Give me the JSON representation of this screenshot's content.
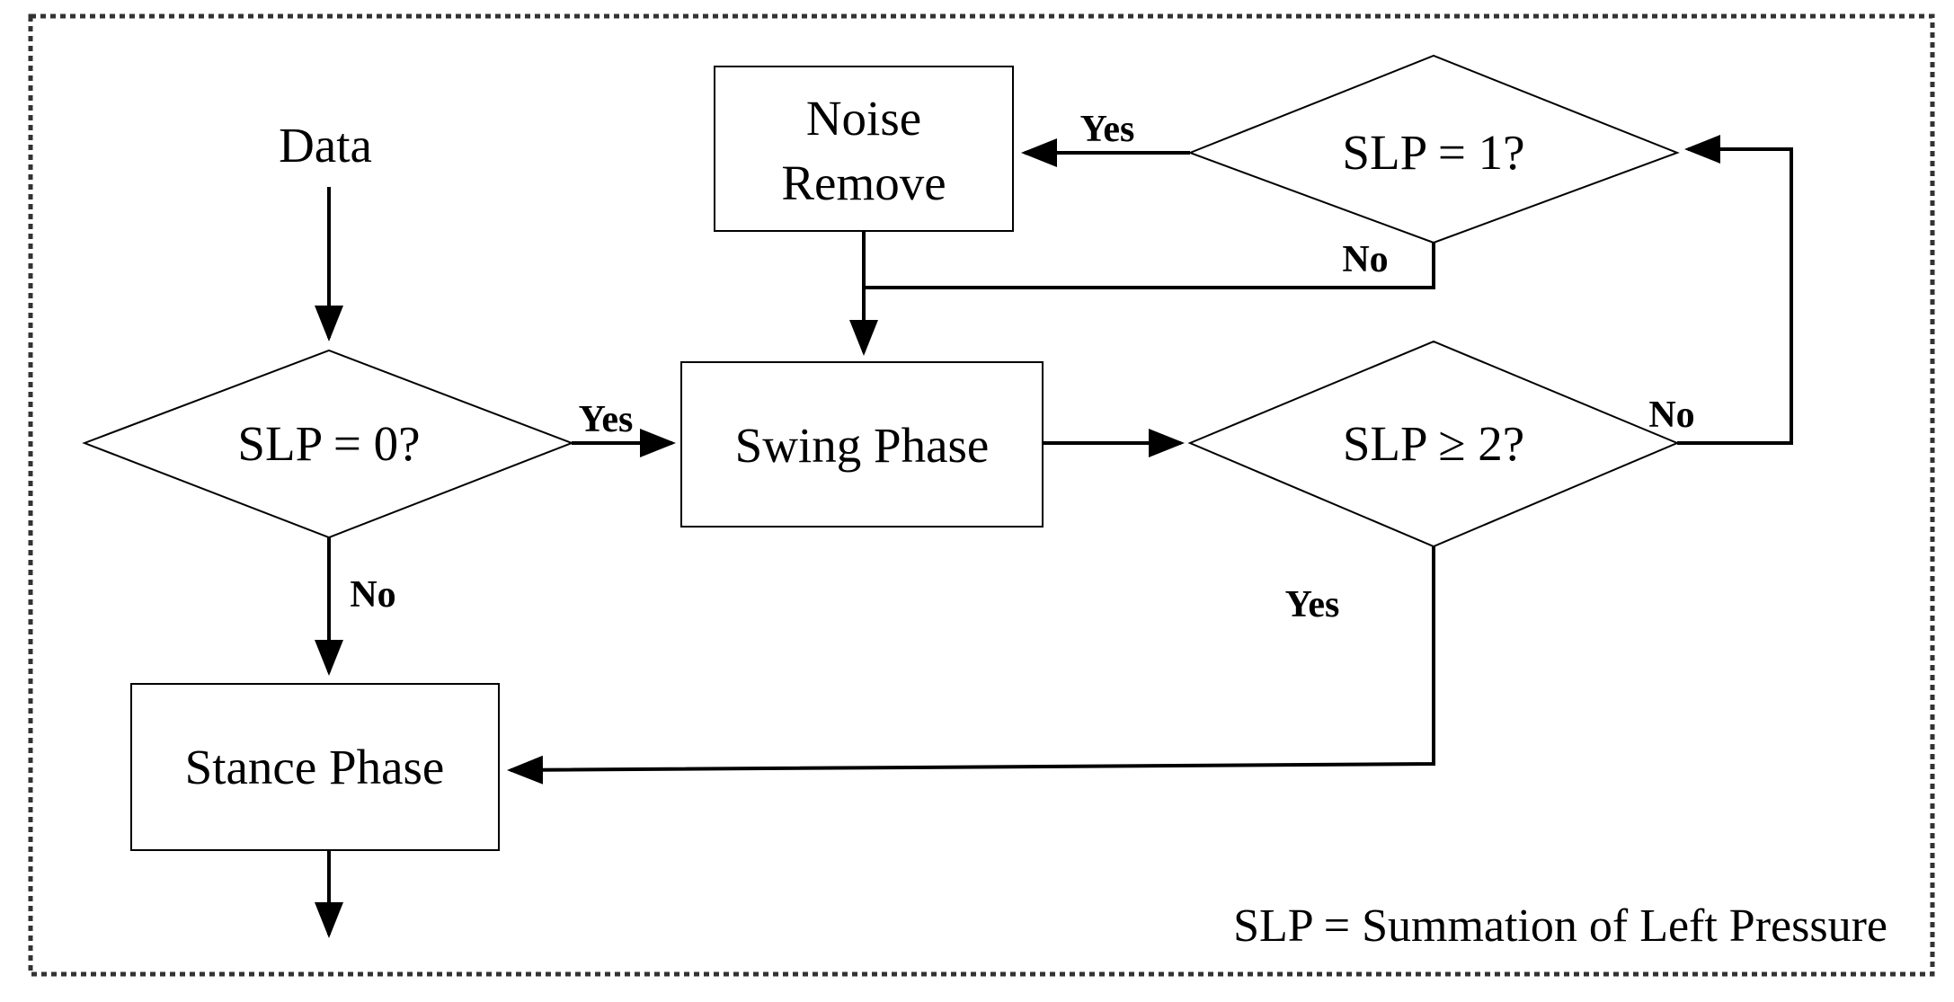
{
  "nodes": {
    "data_label": "Data",
    "noise_remove_line1": "Noise",
    "noise_remove_line2": "Remove",
    "decision_slp1": "SLP = 1?",
    "decision_slp0": "SLP = 0?",
    "swing_phase": "Swing Phase",
    "decision_slp2": "SLP ≥ 2?",
    "stance_phase": "Stance Phase"
  },
  "edge_labels": {
    "slp1_yes": "Yes",
    "slp1_no": "No",
    "slp0_yes": "Yes",
    "slp0_no": "No",
    "slp2_no": "No",
    "slp2_yes": "Yes"
  },
  "legend": {
    "definition": "SLP = Summation of Left Pressure"
  },
  "colors": {
    "stroke": "#000000",
    "fill": "#ffffff",
    "border": "#333333"
  }
}
